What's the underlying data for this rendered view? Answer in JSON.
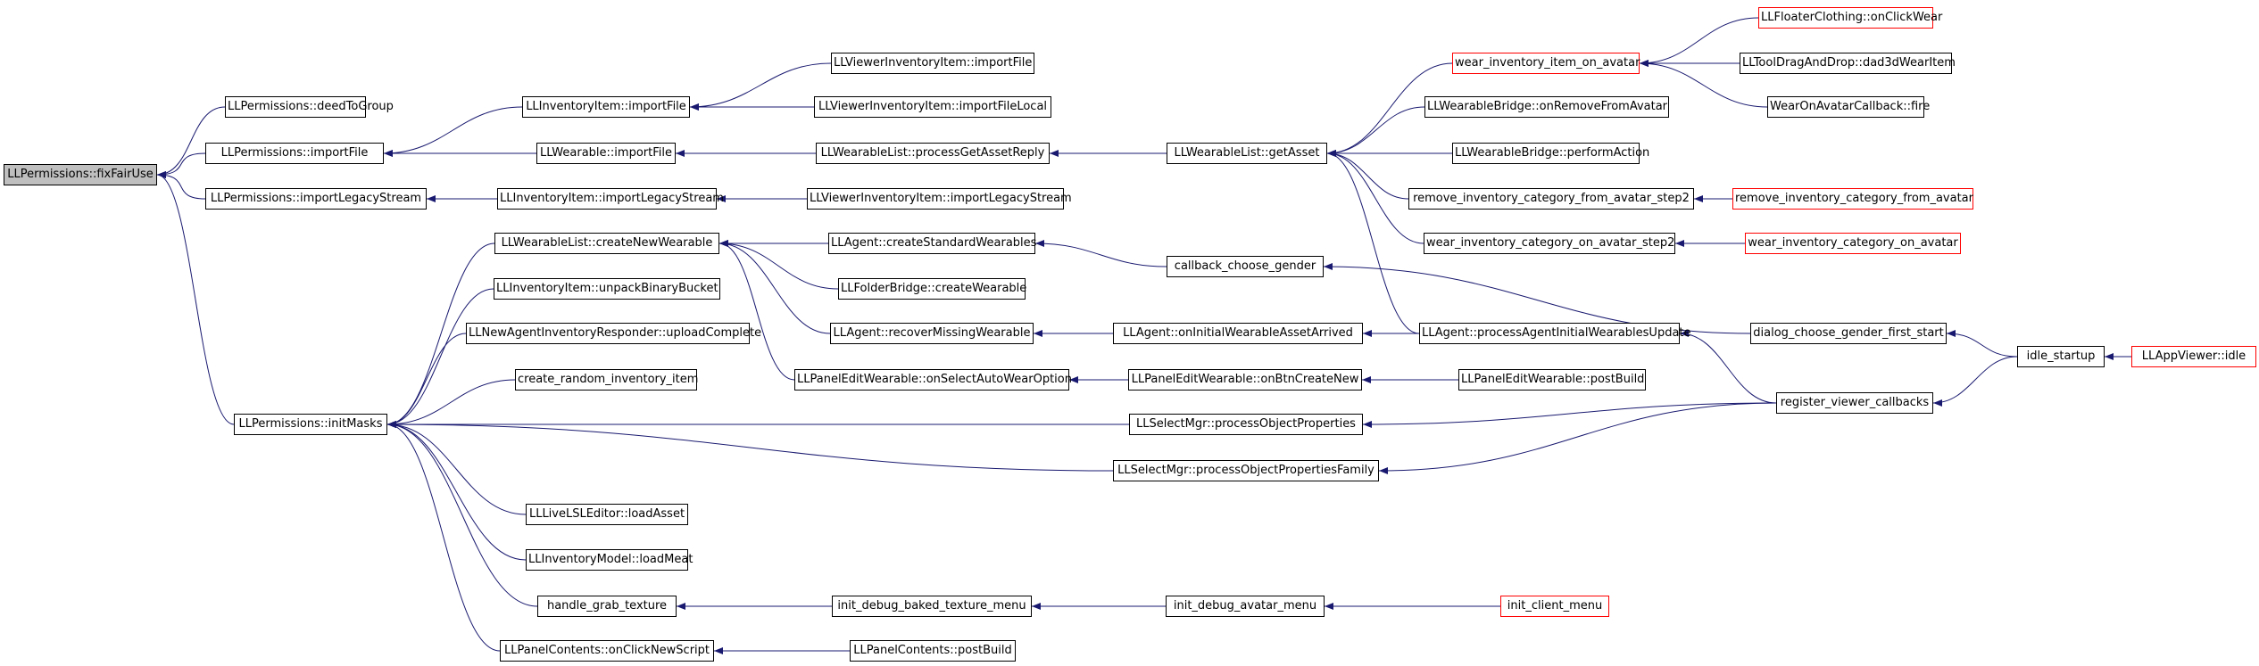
{
  "diagram": {
    "type": "call-graph",
    "edge_color": "#191970",
    "highlight_border": "#ff0000",
    "root_fill": "#bfbfbf",
    "nodes": [
      {
        "id": "n0",
        "label": "LLPermissions::fixFairUse",
        "root": true
      },
      {
        "id": "n1",
        "label": "LLPermissions::deedToGroup"
      },
      {
        "id": "n2",
        "label": "LLPermissions::importFile"
      },
      {
        "id": "n3",
        "label": "LLPermissions::importLegacyStream"
      },
      {
        "id": "n4",
        "label": "LLPermissions::initMasks"
      },
      {
        "id": "n5",
        "label": "LLInventoryItem::importFile"
      },
      {
        "id": "n6",
        "label": "LLWearable::importFile"
      },
      {
        "id": "n7",
        "label": "LLInventoryItem::importLegacyStream"
      },
      {
        "id": "n8",
        "label": "LLWearableList::createNewWearable"
      },
      {
        "id": "n9",
        "label": "LLInventoryItem::unpackBinaryBucket"
      },
      {
        "id": "n10",
        "label": "LLNewAgentInventoryResponder::uploadComplete"
      },
      {
        "id": "n11",
        "label": "create_random_inventory_item"
      },
      {
        "id": "n12",
        "label": "LLLiveLSLEditor::loadAsset"
      },
      {
        "id": "n13",
        "label": "LLInventoryModel::loadMeat"
      },
      {
        "id": "n14",
        "label": "handle_grab_texture"
      },
      {
        "id": "n15",
        "label": "LLPanelContents::onClickNewScript"
      },
      {
        "id": "n16",
        "label": "LLViewerInventoryItem::importFile"
      },
      {
        "id": "n17",
        "label": "LLViewerInventoryItem::importFileLocal"
      },
      {
        "id": "n18",
        "label": "LLWearableList::processGetAssetReply"
      },
      {
        "id": "n19",
        "label": "LLViewerInventoryItem::importLegacyStream"
      },
      {
        "id": "n20",
        "label": "LLAgent::createStandardWearables"
      },
      {
        "id": "n21",
        "label": "LLFolderBridge::createWearable"
      },
      {
        "id": "n22",
        "label": "LLAgent::recoverMissingWearable"
      },
      {
        "id": "n23",
        "label": "LLPanelEditWearable::onSelectAutoWearOption"
      },
      {
        "id": "n24",
        "label": "init_debug_baked_texture_menu"
      },
      {
        "id": "n25",
        "label": "LLPanelContents::postBuild"
      },
      {
        "id": "n26",
        "label": "LLWearableList::getAsset"
      },
      {
        "id": "n27",
        "label": "callback_choose_gender"
      },
      {
        "id": "n28",
        "label": "LLAgent::onInitialWearableAssetArrived"
      },
      {
        "id": "n29",
        "label": "LLPanelEditWearable::onBtnCreateNew"
      },
      {
        "id": "n30",
        "label": "LLSelectMgr::processObjectProperties"
      },
      {
        "id": "n31",
        "label": "LLSelectMgr::processObjectPropertiesFamily"
      },
      {
        "id": "n32",
        "label": "init_debug_avatar_menu"
      },
      {
        "id": "n33",
        "label": "wear_inventory_item_on_avatar",
        "red": true
      },
      {
        "id": "n34",
        "label": "LLWearableBridge::onRemoveFromAvatar"
      },
      {
        "id": "n35",
        "label": "LLWearableBridge::performAction"
      },
      {
        "id": "n36",
        "label": "remove_inventory_category_from_avatar_step2"
      },
      {
        "id": "n37",
        "label": "wear_inventory_category_on_avatar_step2"
      },
      {
        "id": "n38",
        "label": "LLAgent::processAgentInitialWearablesUpdate"
      },
      {
        "id": "n39",
        "label": "LLPanelEditWearable::postBuild"
      },
      {
        "id": "n40",
        "label": "init_client_menu",
        "red": true
      },
      {
        "id": "n41",
        "label": "LLFloaterClothing::onClickWear",
        "red": true
      },
      {
        "id": "n42",
        "label": "LLToolDragAndDrop::dad3dWearItem"
      },
      {
        "id": "n43",
        "label": "WearOnAvatarCallback::fire"
      },
      {
        "id": "n44",
        "label": "remove_inventory_category_from_avatar",
        "red": true
      },
      {
        "id": "n45",
        "label": "wear_inventory_category_on_avatar",
        "red": true
      },
      {
        "id": "n46",
        "label": "dialog_choose_gender_first_start"
      },
      {
        "id": "n47",
        "label": "register_viewer_callbacks"
      },
      {
        "id": "n48",
        "label": "idle_startup"
      },
      {
        "id": "n49",
        "label": "LLAppViewer::idle",
        "red": true
      }
    ],
    "edges": [
      [
        "n1",
        "n0"
      ],
      [
        "n2",
        "n0"
      ],
      [
        "n3",
        "n0"
      ],
      [
        "n4",
        "n0"
      ],
      [
        "n5",
        "n2"
      ],
      [
        "n6",
        "n2"
      ],
      [
        "n7",
        "n3"
      ],
      [
        "n8",
        "n4"
      ],
      [
        "n9",
        "n4"
      ],
      [
        "n10",
        "n4"
      ],
      [
        "n11",
        "n4"
      ],
      [
        "n12",
        "n4"
      ],
      [
        "n13",
        "n4"
      ],
      [
        "n14",
        "n4"
      ],
      [
        "n15",
        "n4"
      ],
      [
        "n30",
        "n4"
      ],
      [
        "n31",
        "n4"
      ],
      [
        "n16",
        "n5"
      ],
      [
        "n17",
        "n5"
      ],
      [
        "n18",
        "n6"
      ],
      [
        "n19",
        "n7"
      ],
      [
        "n20",
        "n8"
      ],
      [
        "n21",
        "n8"
      ],
      [
        "n22",
        "n8"
      ],
      [
        "n23",
        "n8"
      ],
      [
        "n24",
        "n14"
      ],
      [
        "n25",
        "n15"
      ],
      [
        "n26",
        "n18"
      ],
      [
        "n27",
        "n20"
      ],
      [
        "n28",
        "n22"
      ],
      [
        "n29",
        "n23"
      ],
      [
        "n32",
        "n24"
      ],
      [
        "n33",
        "n26"
      ],
      [
        "n34",
        "n26"
      ],
      [
        "n35",
        "n26"
      ],
      [
        "n36",
        "n26"
      ],
      [
        "n37",
        "n26"
      ],
      [
        "n38",
        "n26"
      ],
      [
        "n46",
        "n27"
      ],
      [
        "n38",
        "n28"
      ],
      [
        "n39",
        "n29"
      ],
      [
        "n47",
        "n30"
      ],
      [
        "n47",
        "n31"
      ],
      [
        "n40",
        "n32"
      ],
      [
        "n41",
        "n33"
      ],
      [
        "n42",
        "n33"
      ],
      [
        "n43",
        "n33"
      ],
      [
        "n44",
        "n36"
      ],
      [
        "n45",
        "n37"
      ],
      [
        "n47",
        "n38"
      ],
      [
        "n48",
        "n46"
      ],
      [
        "n48",
        "n47"
      ],
      [
        "n49",
        "n48"
      ]
    ]
  }
}
